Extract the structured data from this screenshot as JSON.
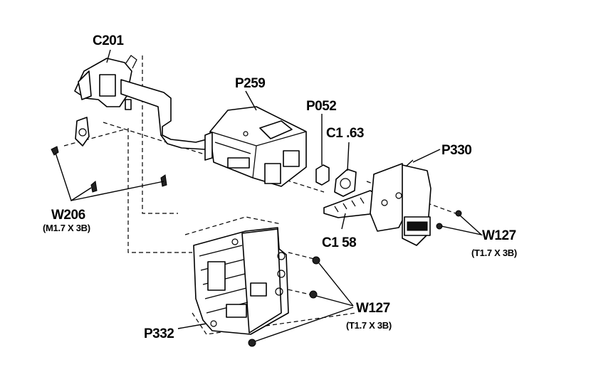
{
  "labels": {
    "c201": "C201",
    "p259": "P259",
    "p052": "P052",
    "c163": "C1 .63",
    "p330": "P330",
    "w206": "W206",
    "w206_spec": "(M1.7 X 3B)",
    "c158": "C1 58",
    "w127_right": "W127",
    "w127_right_spec": "(T1.7 X 3B)",
    "w127_bottom": "W127",
    "w127_bottom_spec": "(T1.7 X 3B)",
    "p332": "P332"
  }
}
